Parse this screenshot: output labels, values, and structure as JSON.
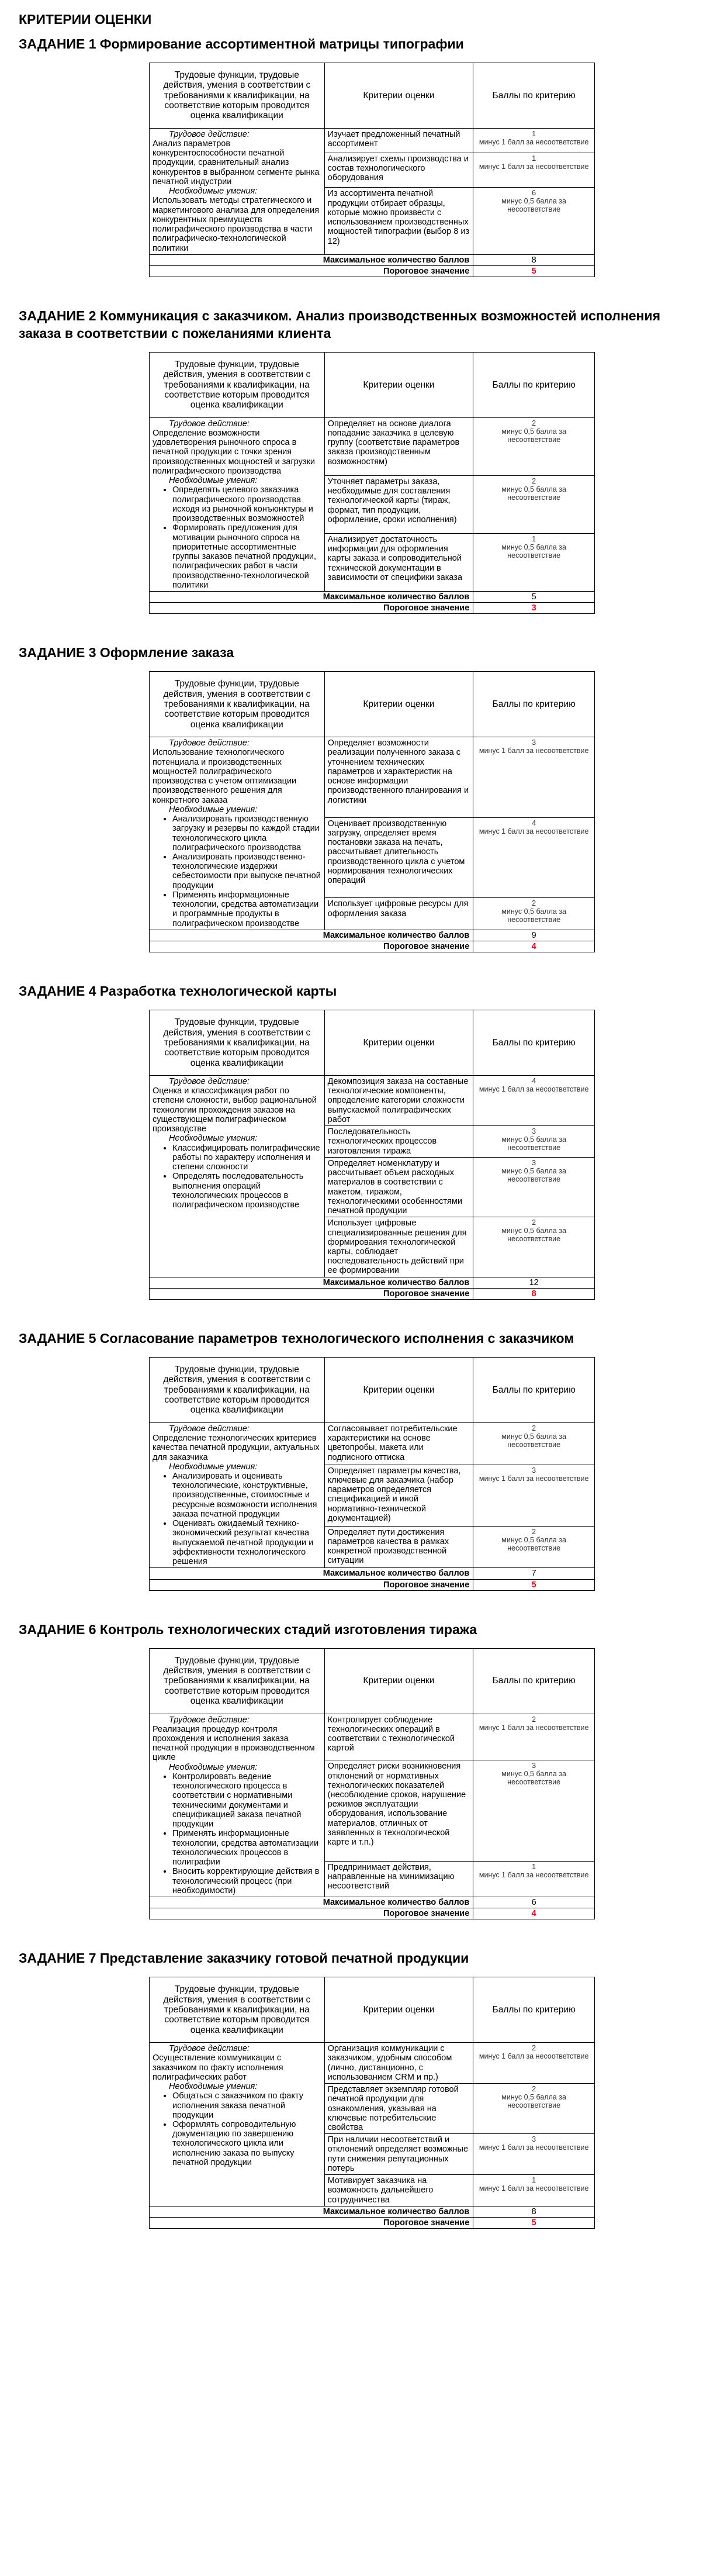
{
  "doc_title": "КРИТЕРИИ ОЦЕНКИ",
  "headers": {
    "col1": "Трудовые функции, трудовые действия, умения в соответствии с требованиями к квалификации, на соответствие которым проводится оценка квалификации",
    "col2": "Критерии оценки",
    "col3": "Баллы по критерию"
  },
  "max_label": "Максимальное количество баллов",
  "max_label_short": "Максимальное количество баллов",
  "threshold_label": "Пороговое значение",
  "accent_color": "#e0001b",
  "tasks": [
    {
      "title": "ЗАДАНИЕ 1 Формирование ассортиментной матрицы типографии",
      "action_label": "Трудовое действие:",
      "action_text": "Анализ параметров конкурентоспособности печатной продукции, сравнительный анализ конкурентов в выбранном сегменте рынка печатной индустрии",
      "skills_label": "Необходимые умения:",
      "skills_text": "Использовать методы стратегического и маркетингового анализа для определения конкурентных преимуществ полиграфического производства в части полиграфическо-технологической политики",
      "skills": [],
      "criteria": [
        {
          "text": "Изучает предложенный печатный ассортимент",
          "points": "1",
          "penalty": "минус 1 балл за несоответствие"
        },
        {
          "text": "Анализирует схемы производства и состав технологического оборудования",
          "points": "1",
          "penalty": "минус 1 балл за несоответствие"
        },
        {
          "text": "Из ассортимента печатной продукции отбирает образцы, которые можно произвести с использованием производственных мощностей типографии (выбор 8 из 12)",
          "points": "6",
          "penalty": "минус 0,5 балла за несоответствие"
        }
      ],
      "max": "8",
      "threshold": "5"
    },
    {
      "title": "ЗАДАНИЕ 2 Коммуникация с заказчиком. Анализ производственных возможностей исполнения заказа в соответствии с пожеланиями клиента",
      "action_label": "Трудовое действие:",
      "action_text": "Определение возможности удовлетворения рыночного спроса в печатной продукции с точки зрения производственных мощностей и загрузки полиграфического производства",
      "skills_label": "Необходимые умения:",
      "skills_text": "",
      "skills": [
        "Определять целевого заказчика полиграфического производства исходя из рыночной конъюнктуры и производственных возможностей",
        "Формировать предложения для мотивации рыночного спроса на приоритетные ассортиментные группы заказов печатной продукции, полиграфических работ в части производственно-технологической политики"
      ],
      "criteria": [
        {
          "text": "Определяет на основе диалога попадание заказчика в целевую группу (соответствие параметров заказа производственным возможностям)",
          "points": "2",
          "penalty": "минус 0,5 балла за несоответствие"
        },
        {
          "text": "Уточняет параметры заказа, необходимые для составления технологической карты (тираж, формат, тип продукции, оформление, сроки исполнения)",
          "points": "2",
          "penalty": "минус 0,5 балла за несоответствие"
        },
        {
          "text": "Анализирует достаточность информации для оформления карты заказа и сопроводительной технической документации в зависимости от специфики заказа",
          "points": "1",
          "penalty": "минус 0,5 балла за несоответствие"
        }
      ],
      "max": "5",
      "threshold": "3"
    },
    {
      "title": "ЗАДАНИЕ 3 Оформление заказа",
      "action_label": "Трудовое действие:",
      "action_text": "Использование технологического потенциала и производственных мощностей полиграфического производства с учетом оптимизации производственного решения для конкретного заказа",
      "skills_label": "Необходимые умения:",
      "skills_text": "",
      "skills": [
        "Анализировать производственную загрузку и резервы по каждой стадии технологического цикла полиграфического производства",
        "Анализировать производственно-технологические издержки себестоимости при выпуске печатной продукции",
        "Применять информационные технологии, средства автоматизации и программные продукты в полиграфическом производстве"
      ],
      "criteria": [
        {
          "text": "Определяет возможности реализации полученного заказа с уточнением технических параметров и характеристик на основе информации производственного планирования и логистики",
          "points": "3",
          "penalty": "минус 1 балл за несоответствие"
        },
        {
          "text": "Оценивает производственную загрузку, определяет время постановки заказа на печать, рассчитывает длительность производственного цикла с учетом нормирования технологических  операций",
          "points": "4",
          "penalty": "минус 1 балл за несоответствие"
        },
        {
          "text": "Использует цифровые ресурсы для оформления заказа",
          "points": "2",
          "penalty": "минус 0,5 балла за несоответствие"
        }
      ],
      "max": "9",
      "threshold": "4"
    },
    {
      "title": "ЗАДАНИЕ 4 Разработка технологической карты",
      "action_label": "Трудовое действие:",
      "action_text": "Оценка и классификация работ по степени сложности, выбор рациональной технологии прохождения заказов на существующем полиграфическом производстве",
      "skills_label": "Необходимые умения:",
      "skills_text": "",
      "skills": [
        "Классифицировать полиграфические работы по характеру исполнения и степени сложности",
        "Определять последовательность выполнения операций технологических процессов в полиграфическом производстве"
      ],
      "criteria": [
        {
          "text": "Декомпозиция заказа на составные технологические компоненты, определение категории сложности выпускаемой полиграфических работ",
          "points": "4",
          "penalty": "минус 1 балл за несоответствие"
        },
        {
          "text": "Последовательность технологических процессов изготовления тиража",
          "points": "3",
          "penalty": "минус 0,5 балла за несоответствие"
        },
        {
          "text": "Определяет номенклатуру и рассчитывает объем расходных материалов в соответствии с макетом, тиражом, технологическими особенностями печатной продукции",
          "points": "3",
          "penalty": "минус 0,5 балла за несоответствие"
        },
        {
          "text": "Использует цифровые специализированные решения для формирования технологической карты, соблюдает последовательность действий при ее формировании",
          "points": "2",
          "penalty": "минус 0,5 балла за несоответствие"
        }
      ],
      "max": "12",
      "threshold": "8"
    },
    {
      "title": "ЗАДАНИЕ 5 Согласование параметров технологического исполнения с заказчиком",
      "action_label": "Трудовое действие:",
      "action_text": "Определение технологических критериев качества печатной продукции, актуальных для заказчика",
      "skills_label": "Необходимые умения:",
      "skills_text": "",
      "skills": [
        "Анализировать и оценивать технологические, конструктивные, производственные, стоимостные и ресурсные возможности исполнения заказа печатной продукции",
        "Оценивать ожидаемый технико-экономический результат качества выпускаемой печатной продукции и эффективности технологического решения"
      ],
      "criteria": [
        {
          "text": "Согласовывает потребительские характеристики на основе цветопробы, макета или подписного оттиска",
          "points": "2",
          "penalty": "минус 0,5 балла за несоответствие"
        },
        {
          "text": "Определяет параметры качества, ключевые для заказчика (набор параметров определяется спецификацией и иной нормативно-технической документацией)",
          "points": "3",
          "penalty": "минус 1 балл за несоответствие"
        },
        {
          "text": "Определяет пути достижения параметров качества в рамках конкретной производственной ситуации",
          "points": "2",
          "penalty": "минус 0,5 балла за несоответствие"
        }
      ],
      "max": "7",
      "threshold": "5"
    },
    {
      "title": "ЗАДАНИЕ 6 Контроль технологических стадий изготовления тиража",
      "action_label": "Трудовое действие:",
      "action_text": "Реализация процедур контроля прохождения и исполнения заказа печатной продукции в производственном цикле",
      "skills_label": "Необходимые умения:",
      "skills_text": "",
      "skills": [
        "Контролировать ведение технологического процесса в соответствии с нормативными техническими документами и спецификацией заказа печатной продукции",
        "Применять информационные технологии, средства автоматизации технологических процессов в полиграфии",
        "Вносить корректирующие действия в технологический процесс (при необходимости)"
      ],
      "criteria": [
        {
          "text": "Контролирует соблюдение технологических операций в соответствии с технологической картой",
          "points": "2",
          "penalty": "минус 1 балл за несоответствие"
        },
        {
          "text": "Определяет риски возникновения отклонений от нормативных технологических показателей (несоблюдение сроков, нарушение режимов эксплуатации оборудования, использование материалов, отличных от заявленных в технологической карте и т.п.)",
          "points": "3",
          "penalty": "минус 0,5 балла за несоответствие"
        },
        {
          "text": "Предпринимает действия, направленные на минимизацию несоответствий",
          "points": "1",
          "penalty": "минус 1 балл за несоответствие"
        }
      ],
      "max": "6",
      "threshold": "4"
    },
    {
      "title": "ЗАДАНИЕ 7 Представление заказчику готовой печатной продукции",
      "action_label": "Трудовое действие:",
      "action_text": "Осуществление коммуникации с заказчиком по факту исполнения полиграфических работ",
      "skills_label": "Необходимые умения:",
      "skills_text": "",
      "skills": [
        "Общаться с заказчиком по факту исполнения заказа печатной продукции",
        "Оформлять сопроводительную документацию по завершению технологического цикла или исполнению заказа по выпуску печатной продукции"
      ],
      "criteria": [
        {
          "text": "Организация коммуникации с заказчиком, удобным способом (лично, дистанционно, с использованием CRM и пр.)",
          "points": "2",
          "penalty": "минус 1 балл за несоответствие"
        },
        {
          "text": "Представляет экземпляр готовой печатной продукции для ознакомления, указывая на ключевые потребительские свойства",
          "points": "2",
          "penalty": "минус 0,5 балла за несоответствие"
        },
        {
          "text": "При наличии несоответствий и отклонений определяет возможные пути снижения репутационных потерь",
          "points": "3",
          "penalty": "минус 1 балл за несоответствие"
        },
        {
          "text": "Мотивирует заказчика на возможность дальнейшего сотрудничества",
          "points": "1",
          "penalty": "минус 1 балл за несоответствие"
        }
      ],
      "max": "8",
      "threshold": "5"
    }
  ]
}
